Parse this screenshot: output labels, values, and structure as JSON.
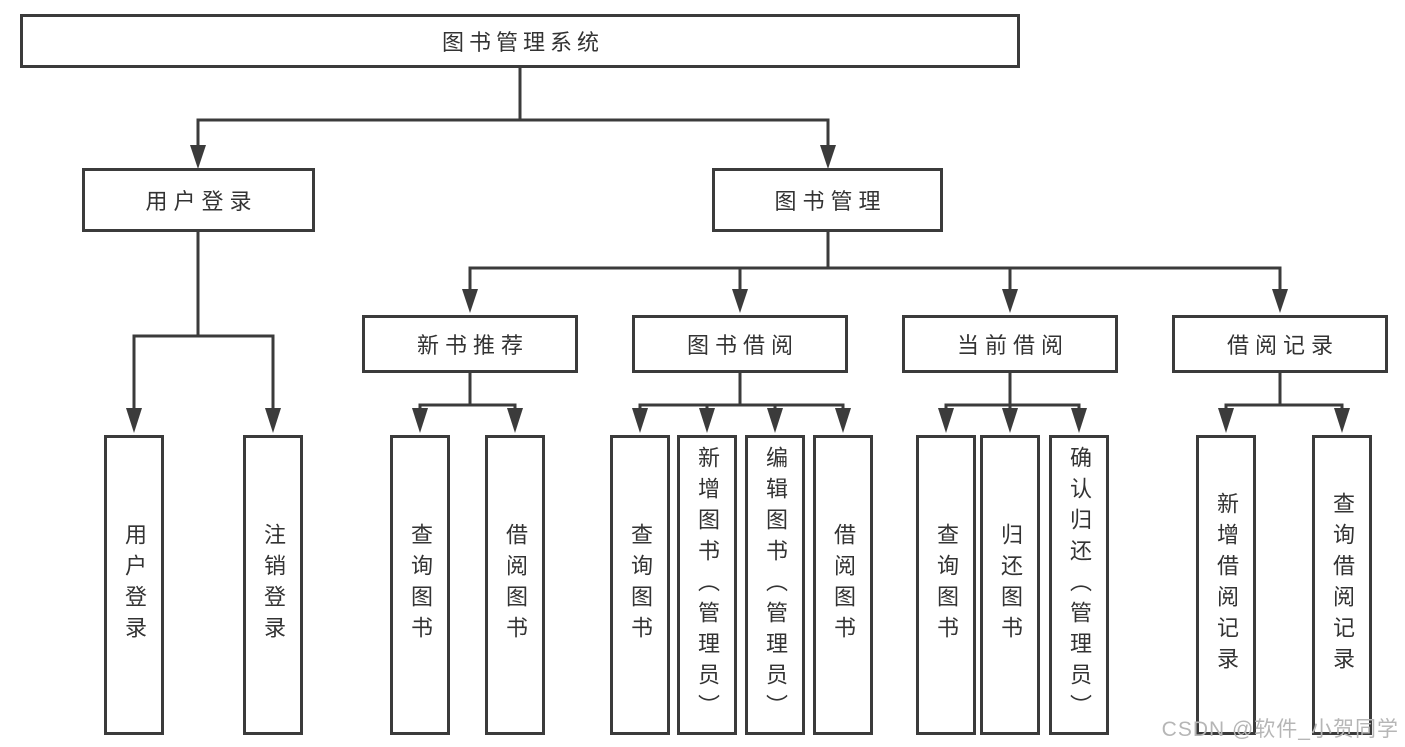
{
  "colors": {
    "line": "#3b3b3b",
    "text": "#333333",
    "watermark": "#b6b6b6",
    "background": "#ffffff"
  },
  "tree": {
    "root": {
      "label": "图书管理系统",
      "children": [
        {
          "label": "用户登录",
          "children": [
            {
              "label": "用户登录"
            },
            {
              "label": "注销登录"
            }
          ]
        },
        {
          "label": "图书管理",
          "children": [
            {
              "label": "新书推荐",
              "children": [
                {
                  "label": "查询图书"
                },
                {
                  "label": "借阅图书"
                }
              ]
            },
            {
              "label": "图书借阅",
              "children": [
                {
                  "label": "查询图书"
                },
                {
                  "label": "新增图书（管理员）"
                },
                {
                  "label": "编辑图书（管理员）"
                },
                {
                  "label": "借阅图书"
                }
              ]
            },
            {
              "label": "当前借阅",
              "children": [
                {
                  "label": "查询图书"
                },
                {
                  "label": "归还图书"
                },
                {
                  "label": "确认归还（管理员）"
                }
              ]
            },
            {
              "label": "借阅记录",
              "children": [
                {
                  "label": "新增借阅记录"
                },
                {
                  "label": "查询借阅记录"
                }
              ]
            }
          ]
        }
      ]
    }
  },
  "watermark": {
    "text": "CSDN @软件_小贺同学"
  }
}
